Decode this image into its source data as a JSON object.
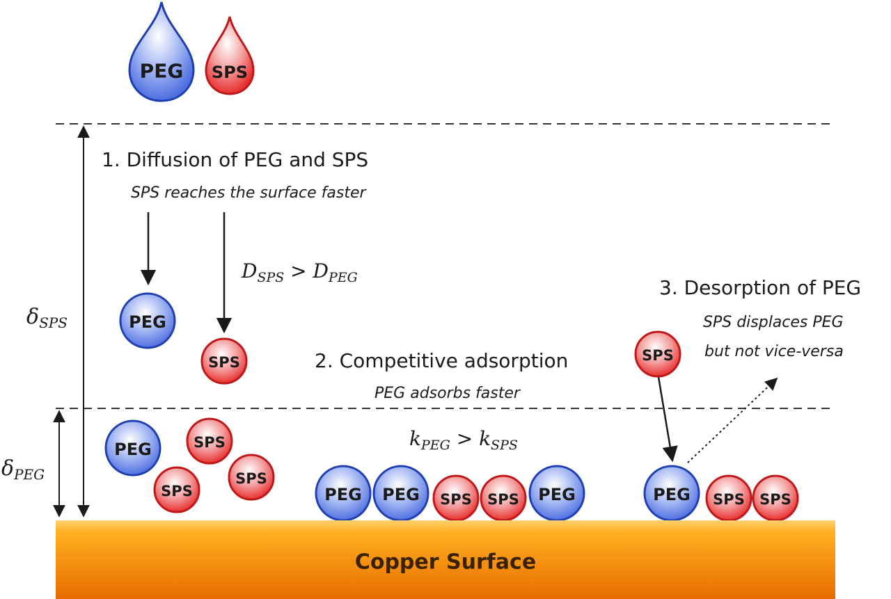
{
  "molecules": {
    "peg_label": "PEG",
    "sps_label": "SPS"
  },
  "colors": {
    "peg_fill": "#4f6fe0",
    "peg_stroke": "#1f3fb0",
    "sps_fill": "#e83030",
    "sps_stroke": "#c01818",
    "copper_top": "#ffb020",
    "copper_bottom": "#e86c00"
  },
  "step1": {
    "title": "1. Diffusion of PEG and SPS",
    "subtitle": "SPS reaches the surface faster",
    "relation_left": "D",
    "relation_left_sub": "SPS",
    "relation_op": " > ",
    "relation_right": "D",
    "relation_right_sub": "PEG"
  },
  "step2": {
    "title": "2. Competitive adsorption",
    "subtitle": "PEG adsorbs faster",
    "relation_left": "k",
    "relation_left_sub": "PEG",
    "relation_op": " > ",
    "relation_right": "k",
    "relation_right_sub": "SPS"
  },
  "step3": {
    "title": "3. Desorption of PEG",
    "subtitle_line1": "SPS displaces PEG",
    "subtitle_line2": "but not vice-versa"
  },
  "thickness": {
    "sps_symbol": "δ",
    "sps_sub": "SPS",
    "peg_symbol": "δ",
    "peg_sub": "PEG"
  },
  "surface": {
    "label": "Copper Surface"
  }
}
